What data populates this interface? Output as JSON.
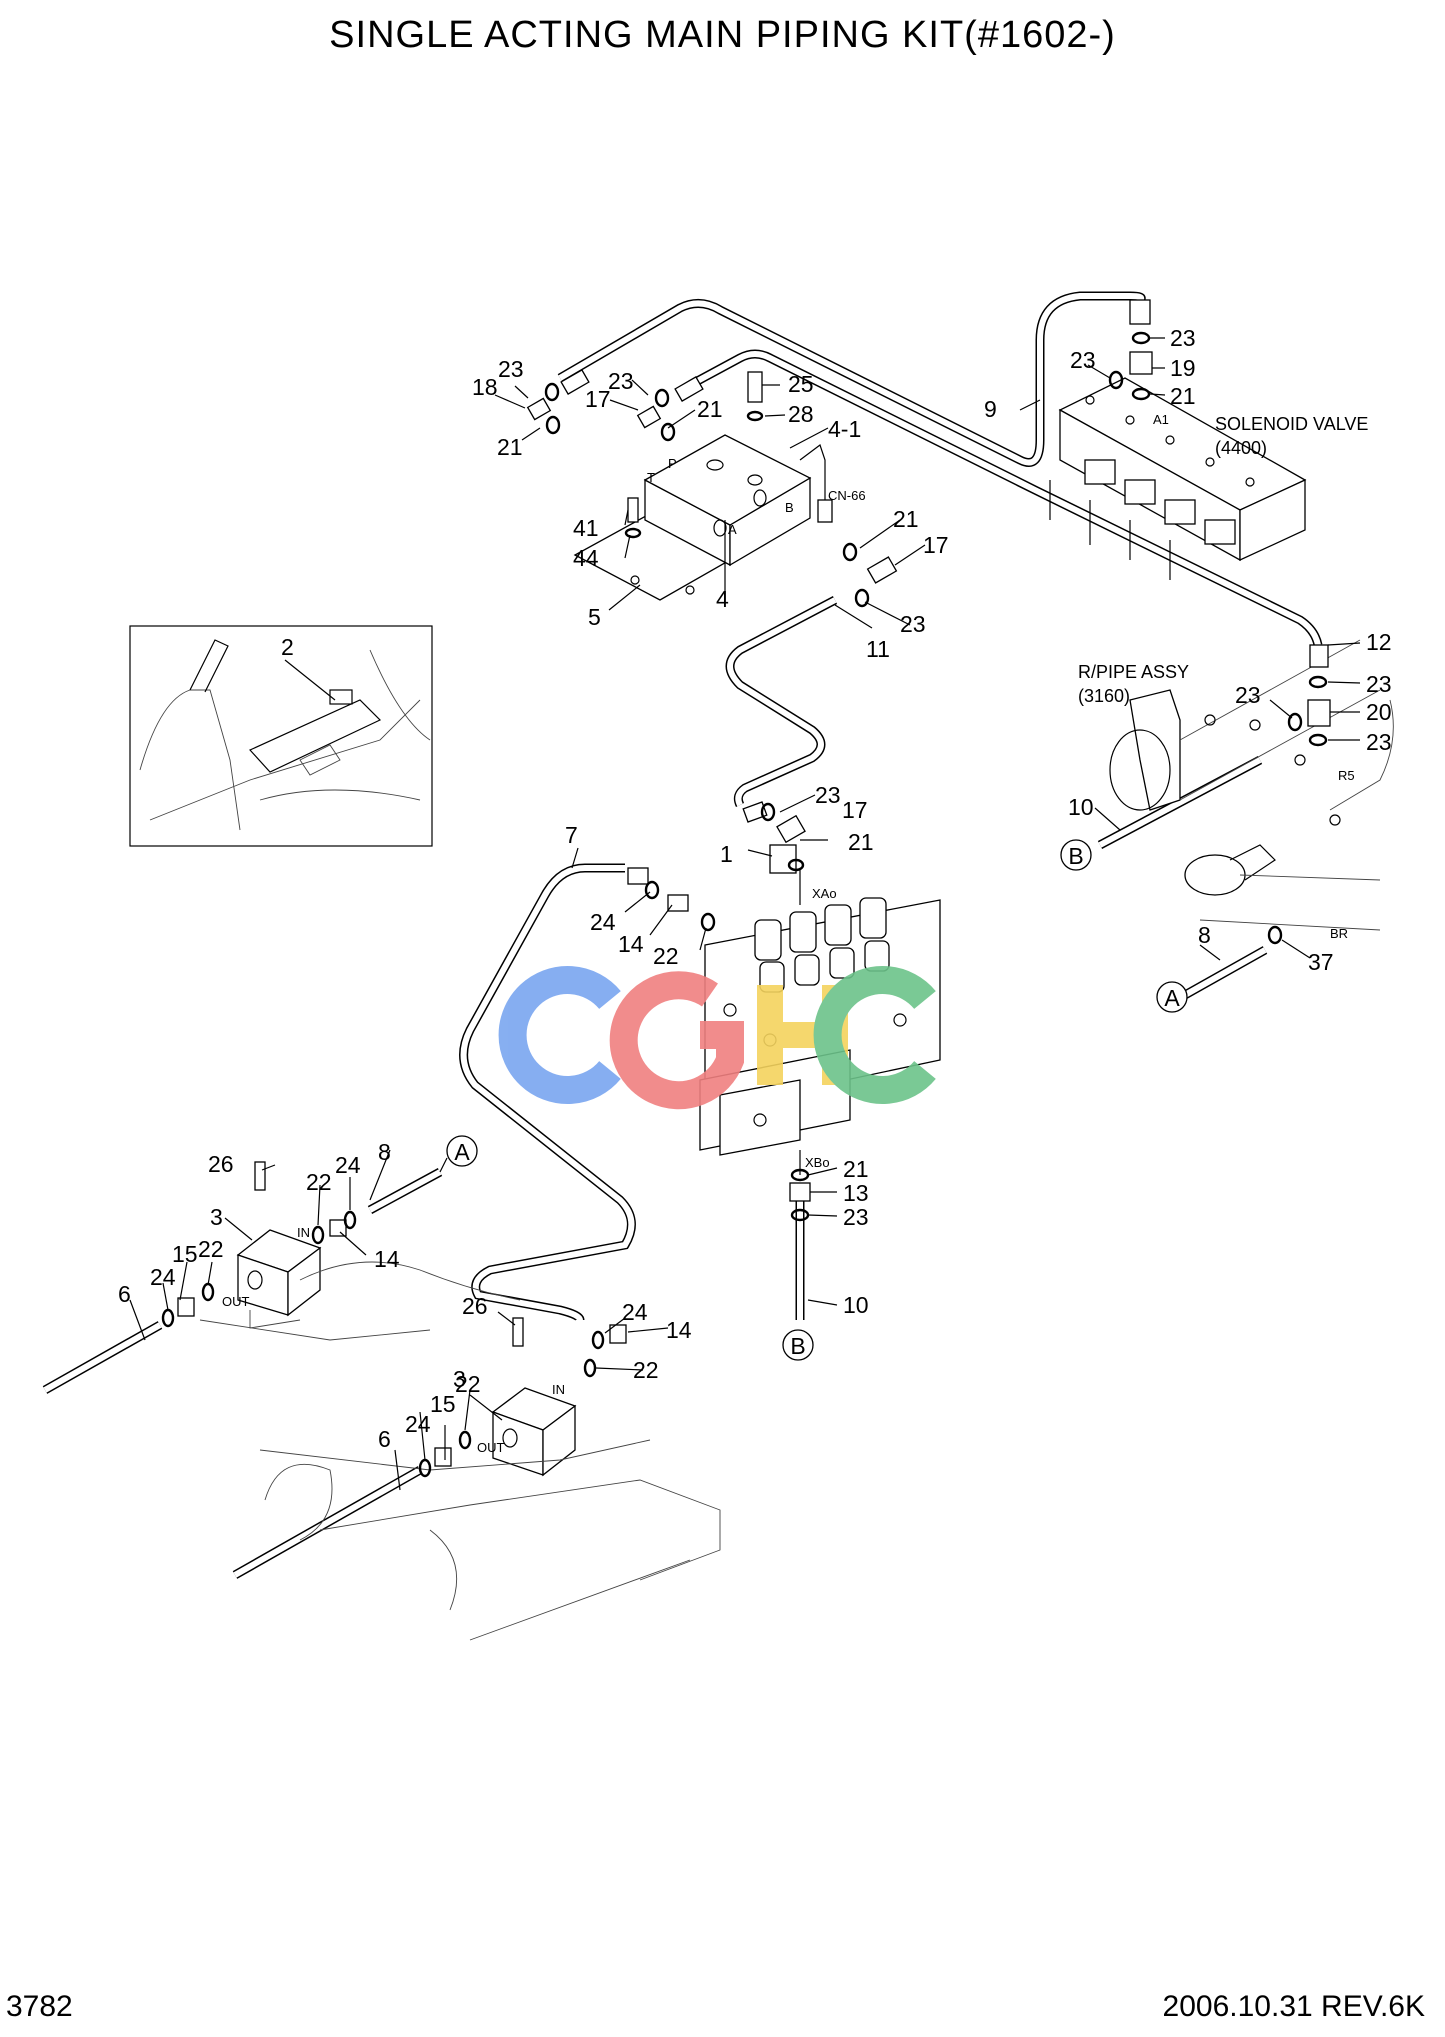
{
  "title": "SINGLE  ACTING MAIN PIPING KIT(#1602-)",
  "footer": {
    "page_number": "3782",
    "date_rev": "2006.10.31  REV.6K"
  },
  "watermark": {
    "text": "CGHC",
    "colors": [
      "#7aa6f0",
      "#f08080",
      "#f4d35e",
      "#6cc38a"
    ]
  },
  "notes": {
    "solenoid_name": "SOLENOID VALVE",
    "solenoid_code": "(4400)",
    "rpipe_name": "R/PIPE ASSY",
    "rpipe_code": "(3160)"
  },
  "small_marks": {
    "cn66": "CN-66",
    "t": "T",
    "p": "P",
    "a": "A",
    "b": "B",
    "a1": "A1",
    "r5": "R5",
    "br": "BR",
    "xao": "XAo",
    "xbo": "XBo",
    "in": "IN",
    "out": "OUT"
  },
  "callouts": {
    "connector_a": "A",
    "connector_b": "B"
  },
  "labels": [
    {
      "id": "l1",
      "text": "23"
    },
    {
      "id": "l2",
      "text": "18"
    },
    {
      "id": "l3",
      "text": "21"
    },
    {
      "id": "l4",
      "text": "23"
    },
    {
      "id": "l5",
      "text": "17"
    },
    {
      "id": "l6",
      "text": "21"
    },
    {
      "id": "l7",
      "text": "25"
    },
    {
      "id": "l8",
      "text": "28"
    },
    {
      "id": "l9",
      "text": "4-1"
    },
    {
      "id": "l10",
      "text": "41"
    },
    {
      "id": "l11",
      "text": "44"
    },
    {
      "id": "l12",
      "text": "5"
    },
    {
      "id": "l13",
      "text": "4"
    },
    {
      "id": "l14",
      "text": "21"
    },
    {
      "id": "l15",
      "text": "17"
    },
    {
      "id": "l16",
      "text": "23"
    },
    {
      "id": "l17",
      "text": "11"
    },
    {
      "id": "l18",
      "text": "9"
    },
    {
      "id": "l19",
      "text": "23"
    },
    {
      "id": "l20",
      "text": "23"
    },
    {
      "id": "l21",
      "text": "19"
    },
    {
      "id": "l22",
      "text": "21"
    },
    {
      "id": "l23",
      "text": "12"
    },
    {
      "id": "l24",
      "text": "23"
    },
    {
      "id": "l25",
      "text": "20"
    },
    {
      "id": "l26",
      "text": "23"
    },
    {
      "id": "l27",
      "text": "23"
    },
    {
      "id": "l28",
      "text": "10"
    },
    {
      "id": "l29",
      "text": "8"
    },
    {
      "id": "l30",
      "text": "37"
    },
    {
      "id": "l31",
      "text": "2"
    },
    {
      "id": "l32",
      "text": "7"
    },
    {
      "id": "l33",
      "text": "23"
    },
    {
      "id": "l34",
      "text": "17"
    },
    {
      "id": "l35",
      "text": "1"
    },
    {
      "id": "l36",
      "text": "21"
    },
    {
      "id": "l37",
      "text": "24"
    },
    {
      "id": "l38",
      "text": "14"
    },
    {
      "id": "l39",
      "text": "22"
    },
    {
      "id": "l40",
      "text": "21"
    },
    {
      "id": "l41",
      "text": "13"
    },
    {
      "id": "l42",
      "text": "23"
    },
    {
      "id": "l43",
      "text": "10"
    },
    {
      "id": "l44",
      "text": "26"
    },
    {
      "id": "l45",
      "text": "8"
    },
    {
      "id": "l46",
      "text": "24"
    },
    {
      "id": "l47",
      "text": "22"
    },
    {
      "id": "l48",
      "text": "3"
    },
    {
      "id": "l49",
      "text": "14"
    },
    {
      "id": "l50",
      "text": "22"
    },
    {
      "id": "l51",
      "text": "15"
    },
    {
      "id": "l52",
      "text": "24"
    },
    {
      "id": "l53",
      "text": "6"
    },
    {
      "id": "l54",
      "text": "26"
    },
    {
      "id": "l55",
      "text": "24"
    },
    {
      "id": "l56",
      "text": "14"
    },
    {
      "id": "l57",
      "text": "3"
    },
    {
      "id": "l58",
      "text": "22"
    },
    {
      "id": "l59",
      "text": "22"
    },
    {
      "id": "l60",
      "text": "15"
    },
    {
      "id": "l61",
      "text": "24"
    },
    {
      "id": "l62",
      "text": "6"
    }
  ]
}
